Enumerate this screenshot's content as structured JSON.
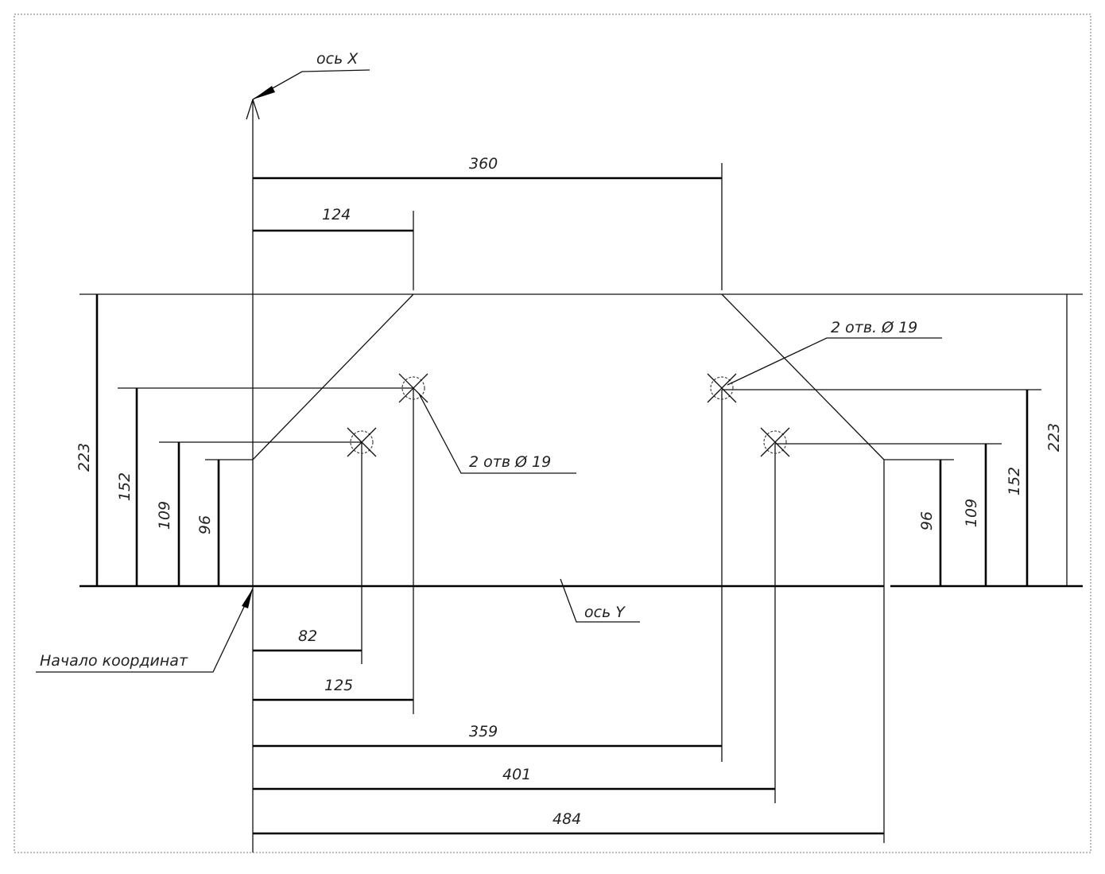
{
  "title": "Координаты отверстий",
  "axes": {
    "x_label": "ось X",
    "y_label": "ось Y",
    "origin_label": "Начало координат"
  },
  "holes": {
    "left_callout": "2 отв Ø 19",
    "right_callout": "2 отв. Ø 19"
  },
  "dimensions_top": {
    "d360": "360",
    "d124": "124"
  },
  "dimensions_left": {
    "d223": "223",
    "d152": "152",
    "d109": "109",
    "d96": "96"
  },
  "dimensions_right": {
    "d223": "223",
    "d152": "152",
    "d109": "109",
    "d96": "96"
  },
  "dimensions_bottom": {
    "d82": "82",
    "d125": "125",
    "d359": "359",
    "d401": "401",
    "d484": "484"
  }
}
